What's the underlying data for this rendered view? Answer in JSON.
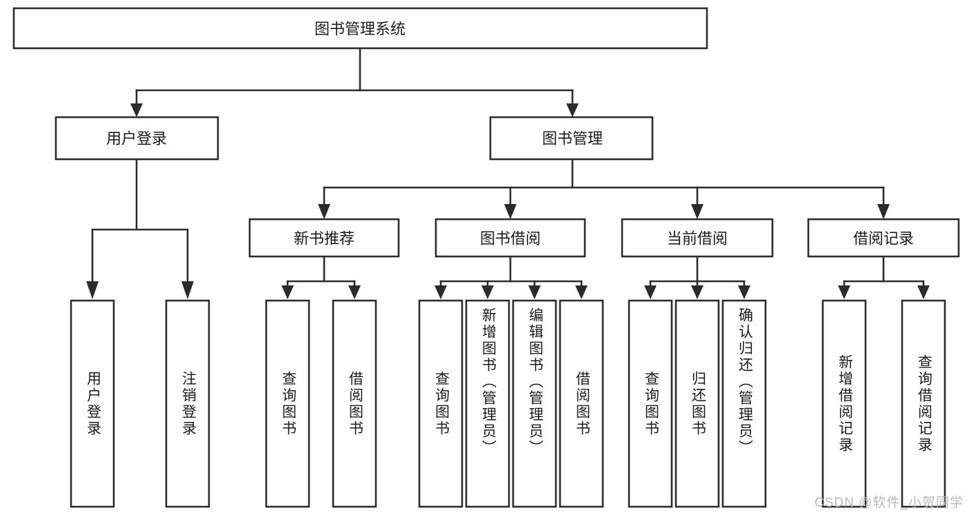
{
  "diagram": {
    "type": "tree-hierarchy-chart",
    "title": "图书管理系统",
    "watermark": "CSDN @软件_小贺同学",
    "colors": {
      "background": "#ffffff",
      "stroke": "#2b2b2b",
      "text": "#1a1a1a",
      "watermark": "#b9b9b9"
    },
    "root": {
      "label": "图书管理系统"
    },
    "level2": [
      {
        "label": "用户登录"
      },
      {
        "label": "图书管理"
      }
    ],
    "level3": [
      {
        "label": "新书推荐"
      },
      {
        "label": "图书借阅"
      },
      {
        "label": "当前借阅"
      },
      {
        "label": "借阅记录"
      }
    ],
    "leaves": {
      "user_login": [
        {
          "label": "用户登录"
        },
        {
          "label": "注销登录"
        }
      ],
      "new_book_recommend": [
        {
          "label": "查询图书"
        },
        {
          "label": "借阅图书"
        }
      ],
      "book_borrow": [
        {
          "label": "查询图书"
        },
        {
          "label": "新增图书（管理员）"
        },
        {
          "label": "编辑图书（管理员）"
        },
        {
          "label": "借阅图书"
        }
      ],
      "current_borrow": [
        {
          "label": "查询图书"
        },
        {
          "label": "归还图书"
        },
        {
          "label": "确认归还（管理员）"
        }
      ],
      "borrow_record": [
        {
          "label": "新增借阅记录"
        },
        {
          "label": "查询借阅记录"
        }
      ]
    }
  }
}
